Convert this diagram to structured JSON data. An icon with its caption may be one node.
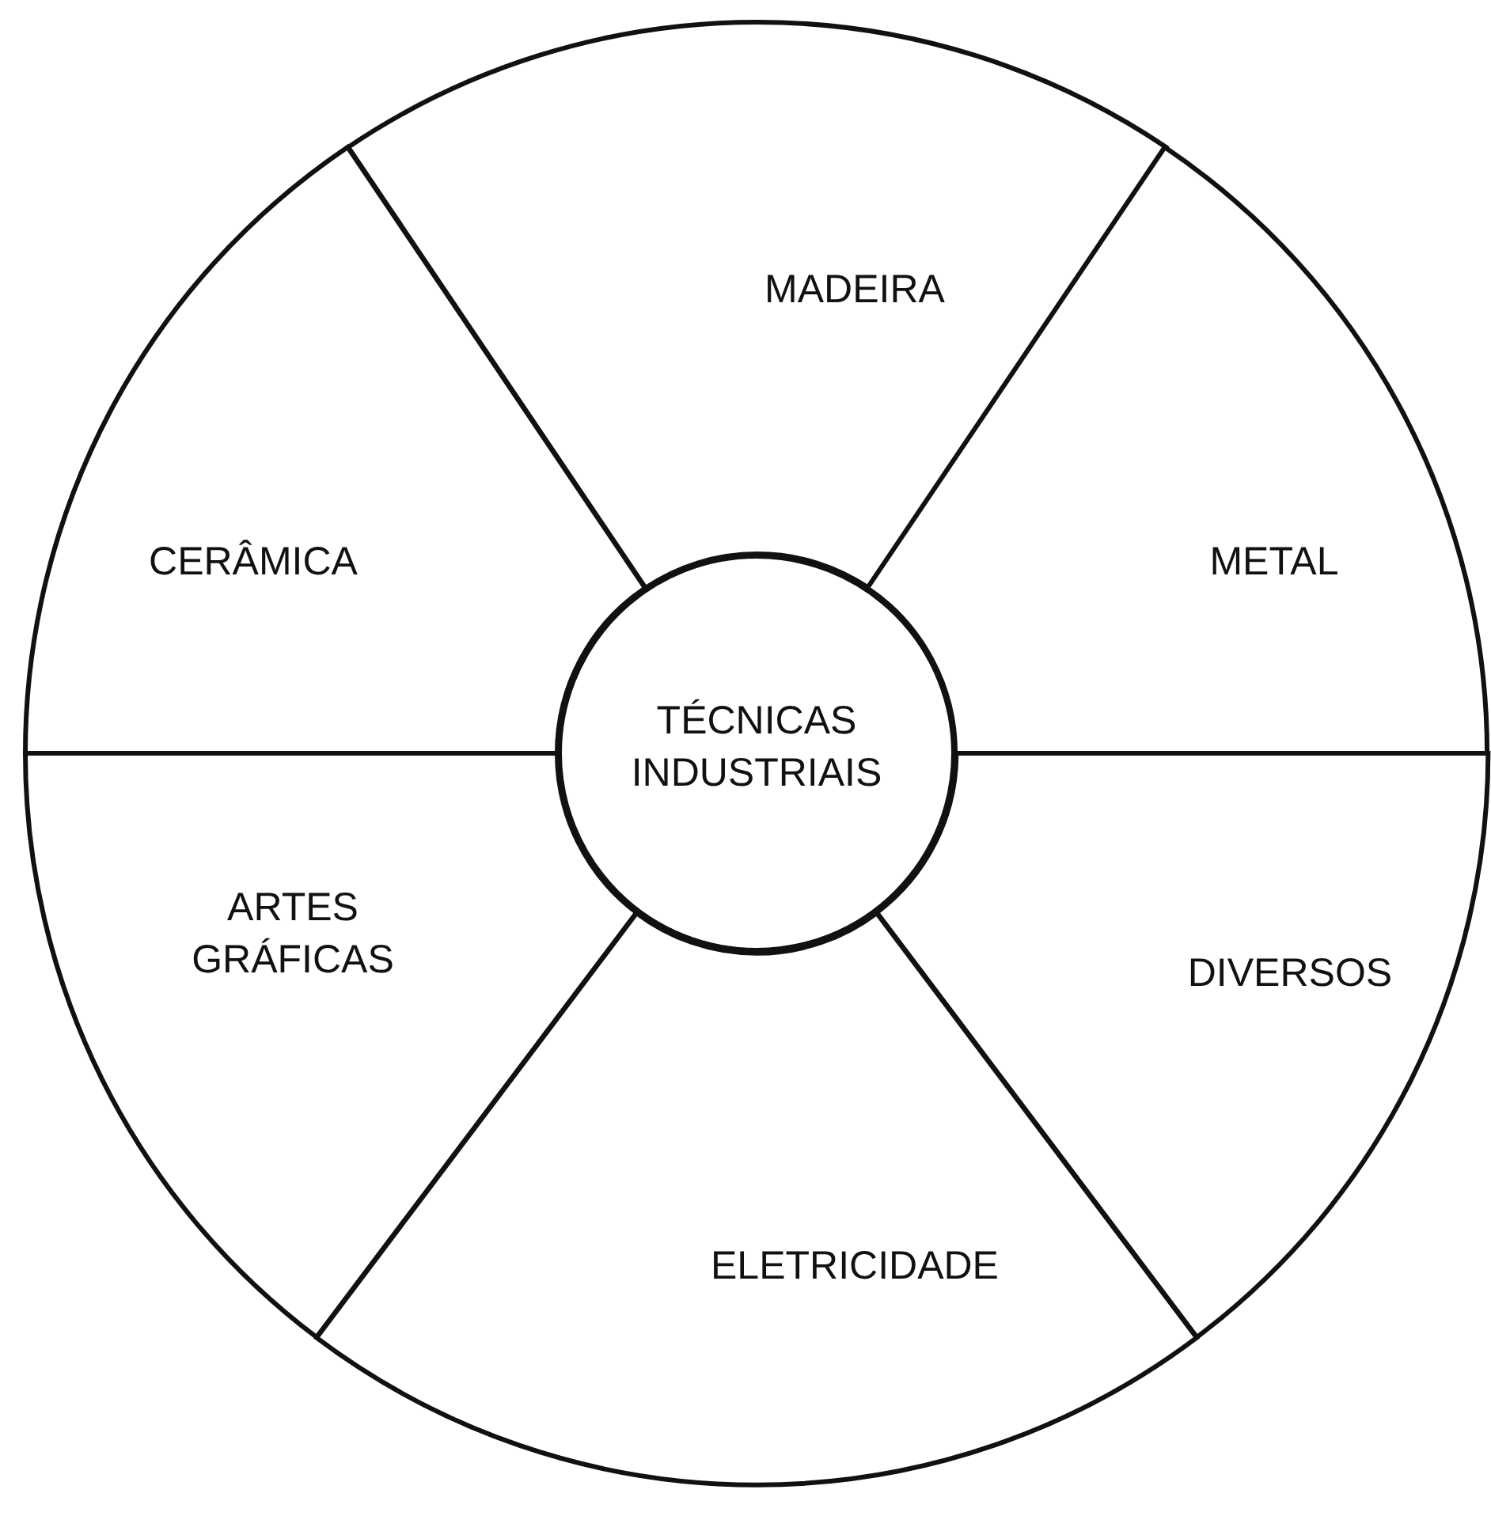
{
  "diagram": {
    "nodes": [
      {
        "text": [
          "TÉCNICAS INDUSTRIAIS"
        ]
      },
      {
        "text": [
          "MADEIRA"
        ]
      },
      {
        "text": [
          "CERÂMICA"
        ]
      },
      {
        "text": [
          "METAL"
        ]
      },
      {
        "text": [
          "ARTES GRÁFICAS"
        ]
      },
      {
        "text": [
          "DIVERSOS"
        ]
      },
      {
        "text": [
          "ELETRICIDADE"
        ]
      }
    ]
  }
}
